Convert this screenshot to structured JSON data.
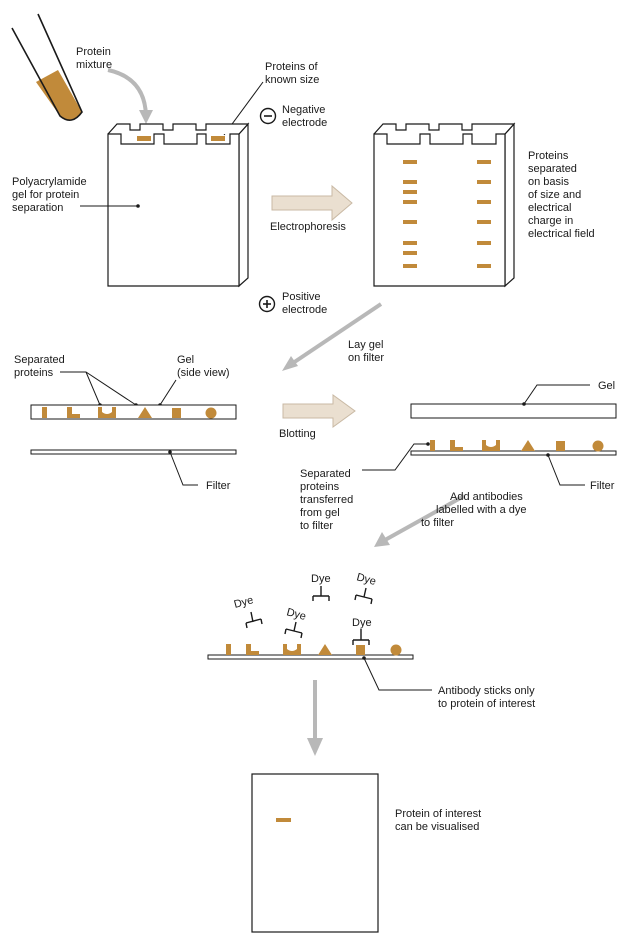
{
  "colors": {
    "protein": "#c18a3a",
    "outline": "#1a1a1a",
    "arrow_gray": "#b8b8b8",
    "arrow_light": "#eadfd0",
    "arrow_light_stroke": "#c9b9a4"
  },
  "labels": {
    "protein_mixture": [
      "Protein",
      "mixture"
    ],
    "proteins_known_size": [
      "Proteins of",
      "known size"
    ],
    "negative_electrode": [
      "Negative",
      "electrode"
    ],
    "positive_electrode": [
      "Positive",
      "electrode"
    ],
    "polyacrylamide_gel": [
      "Polyacrylamide",
      "gel for protein",
      "separation"
    ],
    "electrophoresis": "Electrophoresis",
    "proteins_separated": [
      "Proteins",
      "separated",
      "on basis",
      "of size and",
      "electrical",
      "charge in",
      "electrical field"
    ],
    "lay_gel": [
      "Lay gel",
      "on filter"
    ],
    "separated_proteins": [
      "Separated",
      "proteins"
    ],
    "gel_side_view": [
      "Gel",
      "(side view)"
    ],
    "blotting": "Blotting",
    "gel": "Gel",
    "filter_left": "Filter",
    "filter_right": "Filter",
    "separated_transferred": [
      "Separated",
      "proteins",
      "transferred",
      "from gel",
      "to filter"
    ],
    "add_antibodies": [
      "Add antibodies",
      "labelled with a dye",
      "to filter"
    ],
    "dye": "Dye",
    "antibody_sticks": [
      "Antibody sticks only",
      "to protein of interest"
    ],
    "protein_visualised": [
      "Protein of interest",
      "can be visualised"
    ]
  },
  "symbols": {
    "minus": "−",
    "plus": "+"
  }
}
